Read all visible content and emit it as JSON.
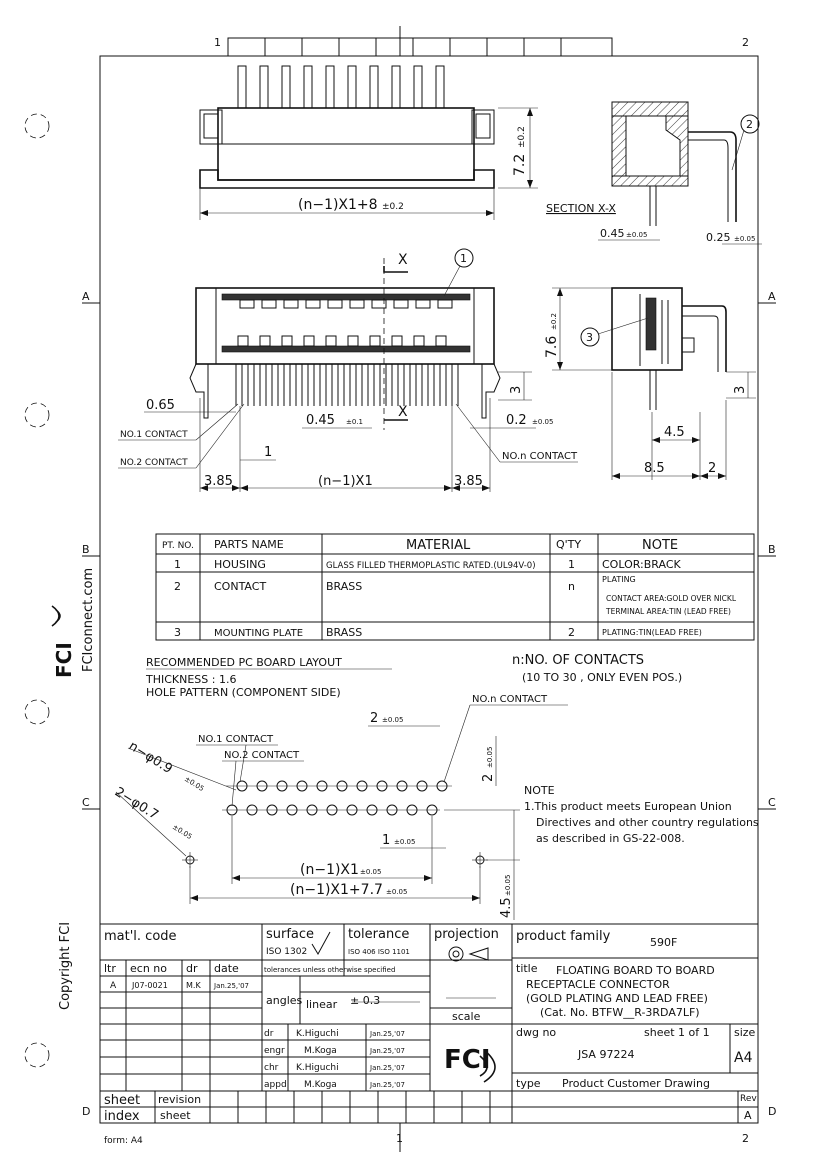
{
  "frame": {
    "zones_top": [
      "1",
      "2"
    ],
    "zones_bottom": [
      "1",
      "2"
    ],
    "rows_left": [
      "A",
      "B",
      "C",
      "D"
    ],
    "rows_right": [
      "A",
      "B",
      "C",
      "D"
    ],
    "side_site": "FCIconnect.com",
    "side_copyright": "Copyright FCI",
    "logo_text": "FCI",
    "form": "form: A4"
  },
  "top_view": {
    "dim_width": "(n−1)X1+8",
    "dim_width_tol": "±0.2",
    "dim_height": "7.2",
    "dim_height_tol": "±0.2"
  },
  "section": {
    "label": "SECTION X-X",
    "callout": "2",
    "dim_left": "0.45",
    "dim_left_tol": "±0.05",
    "dim_right": "0.25",
    "dim_right_tol": "±0.05"
  },
  "front_view": {
    "callout": "1",
    "x_mark": "X",
    "dim_065": "0.65",
    "no1": "NO.1 CONTACT",
    "no2": "NO.2 CONTACT",
    "dim_045": "0.45",
    "dim_045_tol": "±0.1",
    "dim_02": "0.2",
    "dim_02_tol": "±0.05",
    "non": "NO.n CONTACT",
    "dim_1": "1",
    "dim_385_l": "3.85",
    "dim_n1": "(n−1)X1",
    "dim_385_r": "3.85",
    "dim_3": "3"
  },
  "side_view": {
    "callout": "3",
    "dim_76": "7.6",
    "dim_76_tol": "±0.2",
    "dim_3": "3",
    "dim_45": "4.5",
    "dim_85": "8.5",
    "dim_2": "2"
  },
  "parts_table": {
    "headers": [
      "PT. NO.",
      "PARTS NAME",
      "MATERIAL",
      "Q'TY",
      "NOTE"
    ],
    "rows": [
      [
        "1",
        "HOUSING",
        "GLASS FILLED THERMOPLASTIC RATED.(UL94V-0)",
        "1",
        "COLOR:BRACK"
      ],
      [
        "2",
        "CONTACT",
        "BRASS",
        "n",
        "PLATING"
      ],
      [
        "3",
        "MOUNTING PLATE",
        "BRASS",
        "2",
        "PLATING:TIN(LEAD FREE)"
      ]
    ],
    "row2_note_lines": [
      "CONTACT AREA:GOLD OVER NICKL",
      "TERMINAL AREA:TIN (LEAD FREE)"
    ]
  },
  "pcb": {
    "title": "RECOMMENDED PC BOARD LAYOUT",
    "thickness": "THICKNESS  : 1.6",
    "hole_pattern": "HOLE PATTERN (COMPONENT SIDE)",
    "n_def": "n:NO. OF CONTACTS",
    "n_range": "(10 TO 30 , ONLY EVEN POS.)",
    "non": "NO.n CONTACT",
    "no1": "NO.1 CONTACT",
    "no2": "NO.2 CONTACT",
    "dim_2a": "2",
    "dim_2a_tol": "±0.05",
    "dim_2b": "2",
    "dim_2b_tol": "±0.05",
    "hole_n": "n−φ0.9",
    "hole_n_tol": "±0.05",
    "hole_2": "2−φ0.7",
    "hole_2_tol": "±0.05",
    "dim_1": "1",
    "dim_1_tol": "±0.05",
    "dim_n1": "(n−1)X1",
    "dim_n1_tol": "±0.05",
    "dim_n177": "(n−1)X1+7.7",
    "dim_n177_tol": "±0.05",
    "dim_45": "4.5",
    "dim_45_tol": "±0.05",
    "note_title": "NOTE",
    "note_lines": [
      "1.This product meets European Union",
      "Directives and other country regulations",
      "as described in GS-22-008."
    ]
  },
  "title_block": {
    "matl_code": "mat'l. code",
    "surface": "surface",
    "surface_std": "ISO 1302",
    "tolerance": "tolerance",
    "tol_std": "ISO 406  ISO 1101",
    "projection": "projection",
    "product_family_label": "product family",
    "product_family": "590F",
    "ltr": "ltr",
    "ecn_no": "ecn no",
    "dr": "dr",
    "date": "date",
    "tol_note": "tolerances unless otherwise specified",
    "rev_a": "A",
    "rev_ecn": "J07-0021",
    "rev_dr": "M.K",
    "rev_date": "Jan.25,'07",
    "angles": "angles",
    "linear": "linear",
    "linear_val": "± 0.3",
    "scale": "scale",
    "title_label": "title",
    "title_lines": [
      "FLOATING BOARD TO BOARD",
      "RECEPTACLE CONNECTOR",
      "(GOLD PLATING AND LEAD FREE)",
      "(Cat. No. BTFW__R-3RDA7LF)"
    ],
    "dwg_no_label": "dwg no",
    "sheet_label": "sheet 1 of 1",
    "size_label": "size",
    "dwg_no": "JSA 97224",
    "size": "A4",
    "sign": [
      {
        "role": "dr",
        "name": "K.Higuchi",
        "date": "Jan.25,'07"
      },
      {
        "role": "engr",
        "name": "M.Koga",
        "date": "Jan.25,'07"
      },
      {
        "role": "chr",
        "name": "K.Higuchi",
        "date": "Jan.25,'07"
      },
      {
        "role": "appd",
        "name": "M.Koga",
        "date": "Jan.25,'07"
      }
    ],
    "type_label": "type",
    "type": "Product Customer Drawing",
    "rev_label": "Rev",
    "rev": "A",
    "sheet_index": "sheet",
    "index": "index",
    "revision": "revision",
    "sheet2": "sheet"
  }
}
